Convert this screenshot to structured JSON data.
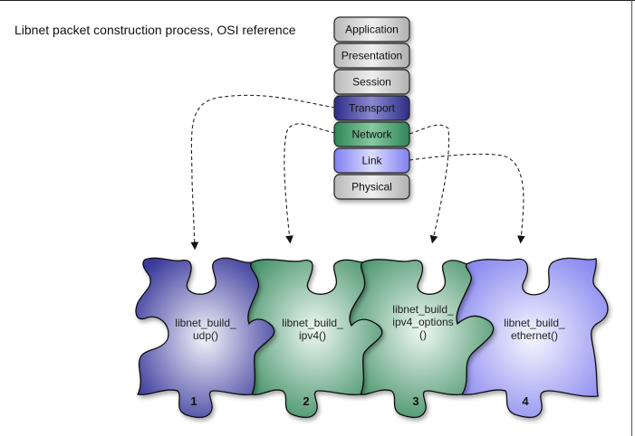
{
  "title": "Libnet packet construction process, OSI reference",
  "osi_layers": [
    {
      "name": "Application",
      "color": "#d6d6d6",
      "role": "unused"
    },
    {
      "name": "Presentation",
      "color": "#d6d6d6",
      "role": "unused"
    },
    {
      "name": "Session",
      "color": "#d6d6d6",
      "role": "unused"
    },
    {
      "name": "Transport",
      "color": "#3a3a9a",
      "role": "transport"
    },
    {
      "name": "Network",
      "color": "#3f9a6a",
      "role": "network"
    },
    {
      "name": "Link",
      "color": "#9a9af5",
      "role": "link"
    },
    {
      "name": "Physical",
      "color": "#d6d6d6",
      "role": "unused"
    }
  ],
  "pieces": [
    {
      "number": "1",
      "label_lines": [
        "libnet_build_",
        "udp()"
      ],
      "layer": "Transport",
      "color_dark": "#3e3e9e",
      "color_light": "#f2f2fb"
    },
    {
      "number": "2",
      "label_lines": [
        "libnet_build_",
        "ipv4()"
      ],
      "layer": "Network",
      "color_dark": "#3f8f63",
      "color_light": "#eef7f1"
    },
    {
      "number": "3",
      "label_lines": [
        "libnet_build_",
        "ipv4_options",
        "()"
      ],
      "layer": "Network",
      "color_dark": "#3f8f63",
      "color_light": "#eef7f1"
    },
    {
      "number": "4",
      "label_lines": [
        "libnet_build_",
        "ethernet()"
      ],
      "layer": "Link",
      "color_dark": "#8e8ef0",
      "color_light": "#f4f4ff"
    }
  ],
  "connections": [
    {
      "from": "Transport",
      "to_piece": "1"
    },
    {
      "from": "Network",
      "to_piece": "2"
    },
    {
      "from": "Network",
      "to_piece": "3"
    },
    {
      "from": "Link",
      "to_piece": "4"
    }
  ]
}
